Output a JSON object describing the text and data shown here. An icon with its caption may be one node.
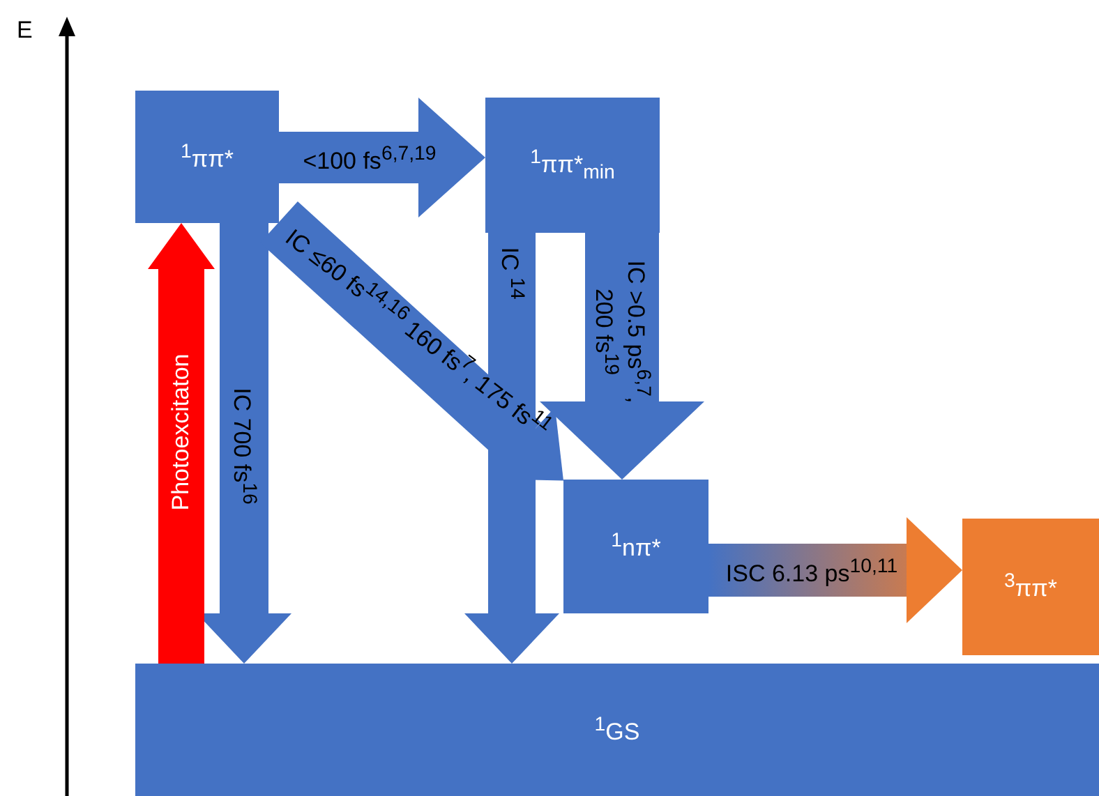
{
  "diagram": {
    "nodes": [
      {
        "text": [
          "$^{1}$ππ*"
        ]
      },
      {
        "text": [
          "$^{1}$ππ*$_{min}$"
        ]
      },
      {
        "text": [
          "$^{1}$nπ*"
        ]
      },
      {
        "text": [
          "$^{3}$ππ*"
        ]
      },
      {
        "text": [
          "$^{1}$GS"
        ]
      }
    ],
    "edges": [
      {
        "from": 0,
        "to": 1,
        "arrow": "to",
        "label": "<100 fs$^{6,7,19}$"
      },
      {
        "from": 0,
        "to": 4,
        "arrow": "to",
        "label": "IC 700 fs$^{16}$"
      },
      {
        "from": 0,
        "to": 2,
        "arrow": "to",
        "label": "IC ≤60 fs$^{14,16}$ 160 fs$^{7}$, 175 fs$^{11}$"
      },
      {
        "from": 1,
        "to": 4,
        "arrow": "to",
        "label": "IC $^{14}$"
      },
      {
        "from": 1,
        "to": 2,
        "arrow": "to",
        "label": "IC >0.5 ps$^{6,7}$, 200 fs$^{19}$"
      },
      {
        "from": 2,
        "to": 3,
        "arrow": "to",
        "label": "ISC 6.13 ps$^{10,11}$"
      },
      {
        "from": 4,
        "to": 0,
        "arrow": "to",
        "label": "Photoexcitaton",
        "color": "#ff0000"
      }
    ],
    "labels": [
      "E"
    ]
  }
}
